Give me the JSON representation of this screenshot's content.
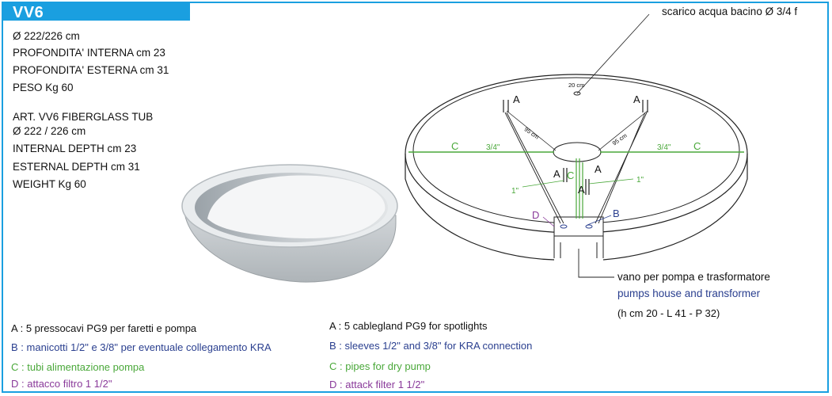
{
  "title": "VV6",
  "specs_it": [
    "Ø 222/226 cm",
    "PROFONDITA' INTERNA cm 23",
    "PROFONDITA' ESTERNA cm 31",
    "PESO Kg 60"
  ],
  "specs_en": [
    "ART. VV6 FIBERGLASS TUB",
    "Ø 222 / 226 cm",
    "INTERNAL DEPTH cm 23",
    "ESTERNAL DEPTH cm 31",
    "WEIGHT Kg 60"
  ],
  "diagram": {
    "drain_label": "scarico acqua bacino Ø 3/4 f",
    "drain_dim": "20 cm",
    "radius_label_left": "95 cm",
    "radius_label_right": "95 cm",
    "label_a": "A",
    "label_b": "B",
    "label_c": "C",
    "label_d": "D",
    "pipe_3_4": "3/4\"",
    "pipe_1": "1\"",
    "housing_it": "vano per pompa e trasformatore",
    "housing_en": "pumps house and transformer",
    "housing_dims": "(h cm 20 - L 41 - P 32)"
  },
  "legend_it": [
    {
      "key": "A",
      "text": ": 5 pressocavi PG9 per faretti e pompa"
    },
    {
      "key": "B",
      "text": ": manicotti 1/2\" e 3/8\" per eventuale collegamento KRA"
    },
    {
      "key": "C",
      "text": ": tubi alimentazione pompa"
    },
    {
      "key": "D",
      "text": ": attacco filtro 1 1/2\""
    }
  ],
  "legend_en": [
    {
      "key": "A",
      "text": ": 5 cablegland PG9 for spotlights"
    },
    {
      "key": "B",
      "text": ": sleeves 1/2\" and 3/8\" for KRA connection"
    },
    {
      "key": "C",
      "text": ": pipes for dry pump"
    },
    {
      "key": "D",
      "text": ": attack filter 1 1/2\""
    }
  ],
  "colors": {
    "accent": "#1a9fe0",
    "a": "#111111",
    "b": "#2a3f8f",
    "c": "#4aa83a",
    "d": "#8a3a9a"
  }
}
